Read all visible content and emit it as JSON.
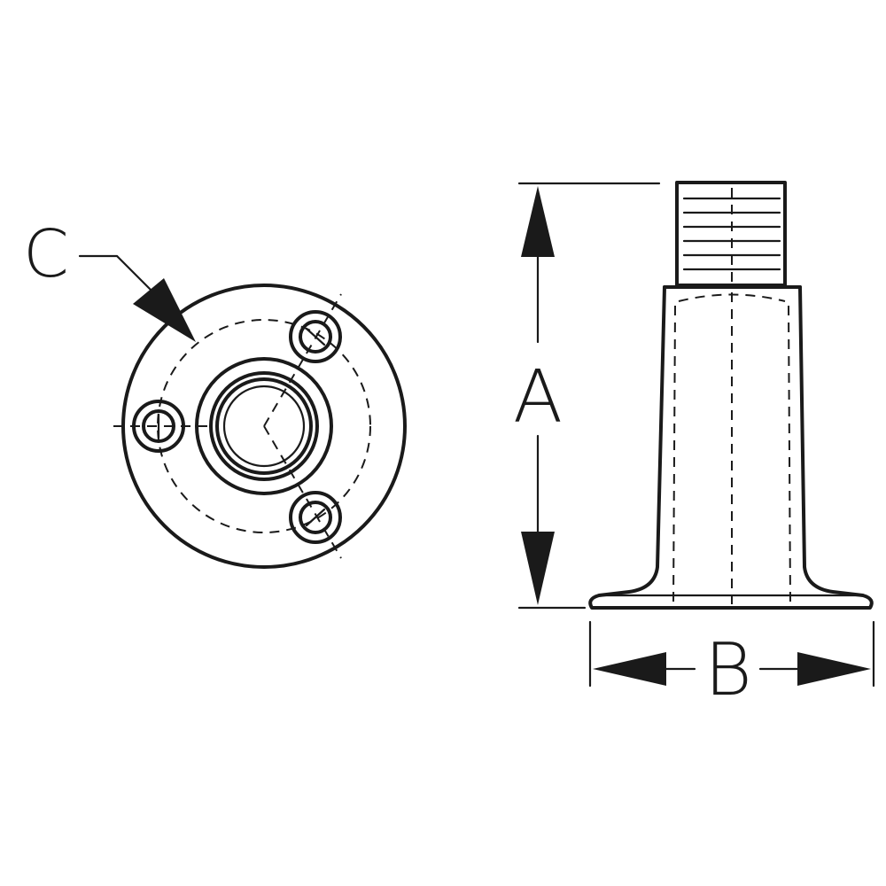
{
  "labels": {
    "flange_hole_circle": "C",
    "overall_height": "A",
    "base_diameter": "B"
  },
  "colors": {
    "ink": "#1a1a1a",
    "background": "#ffffff"
  }
}
